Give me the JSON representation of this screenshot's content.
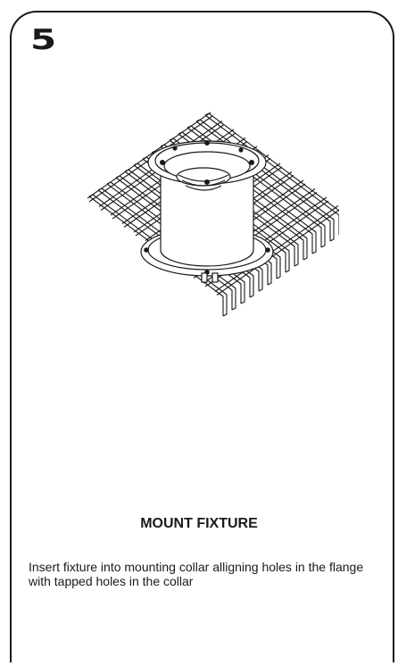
{
  "step": {
    "number": "5",
    "title": "MOUNT FIXTURE",
    "description": "Insert fixture into mounting collar alligning holes in the flange with tapped holes in the collar"
  },
  "illustration": {
    "icon": "fixture-grating-illustration-icon",
    "stroke_color": "#1a1a1a"
  }
}
